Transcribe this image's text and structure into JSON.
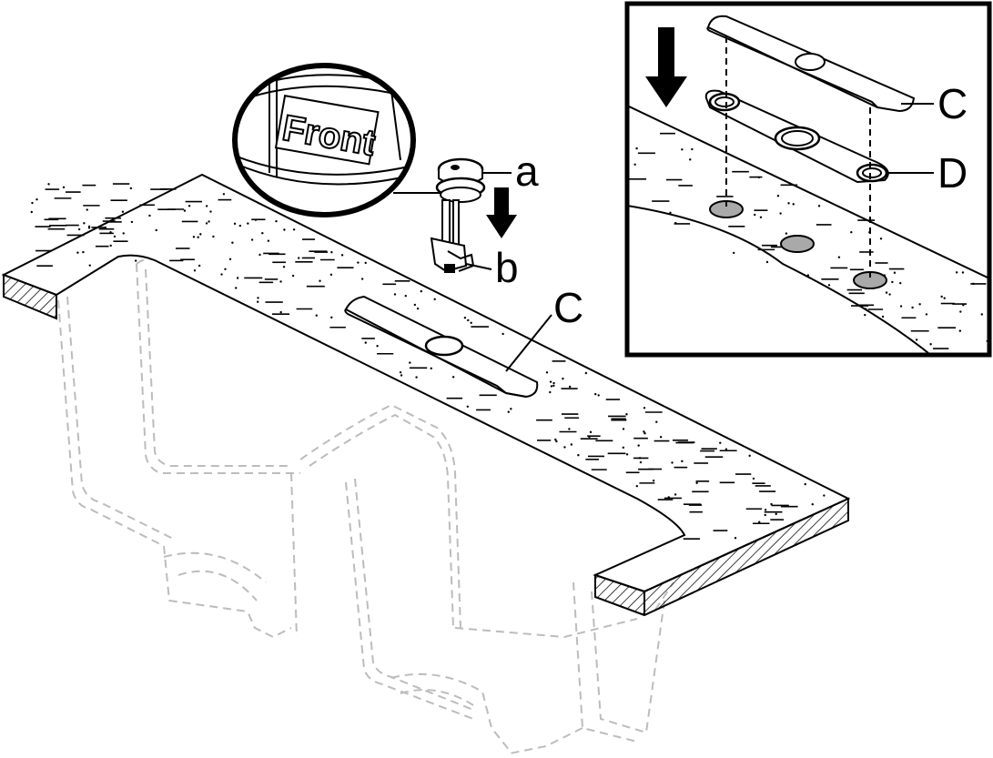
{
  "instruction_figure": {
    "magnifier_label": "Front",
    "main_callouts": {
      "a": "a",
      "b": "b",
      "c": "C"
    },
    "detail_callouts": {
      "c": "C",
      "d": "D"
    }
  },
  "colors": {
    "line": "#000000",
    "sink_dashed": "#bcbcbc",
    "hole_fill": "#a9a9a9",
    "background": "#ffffff"
  }
}
